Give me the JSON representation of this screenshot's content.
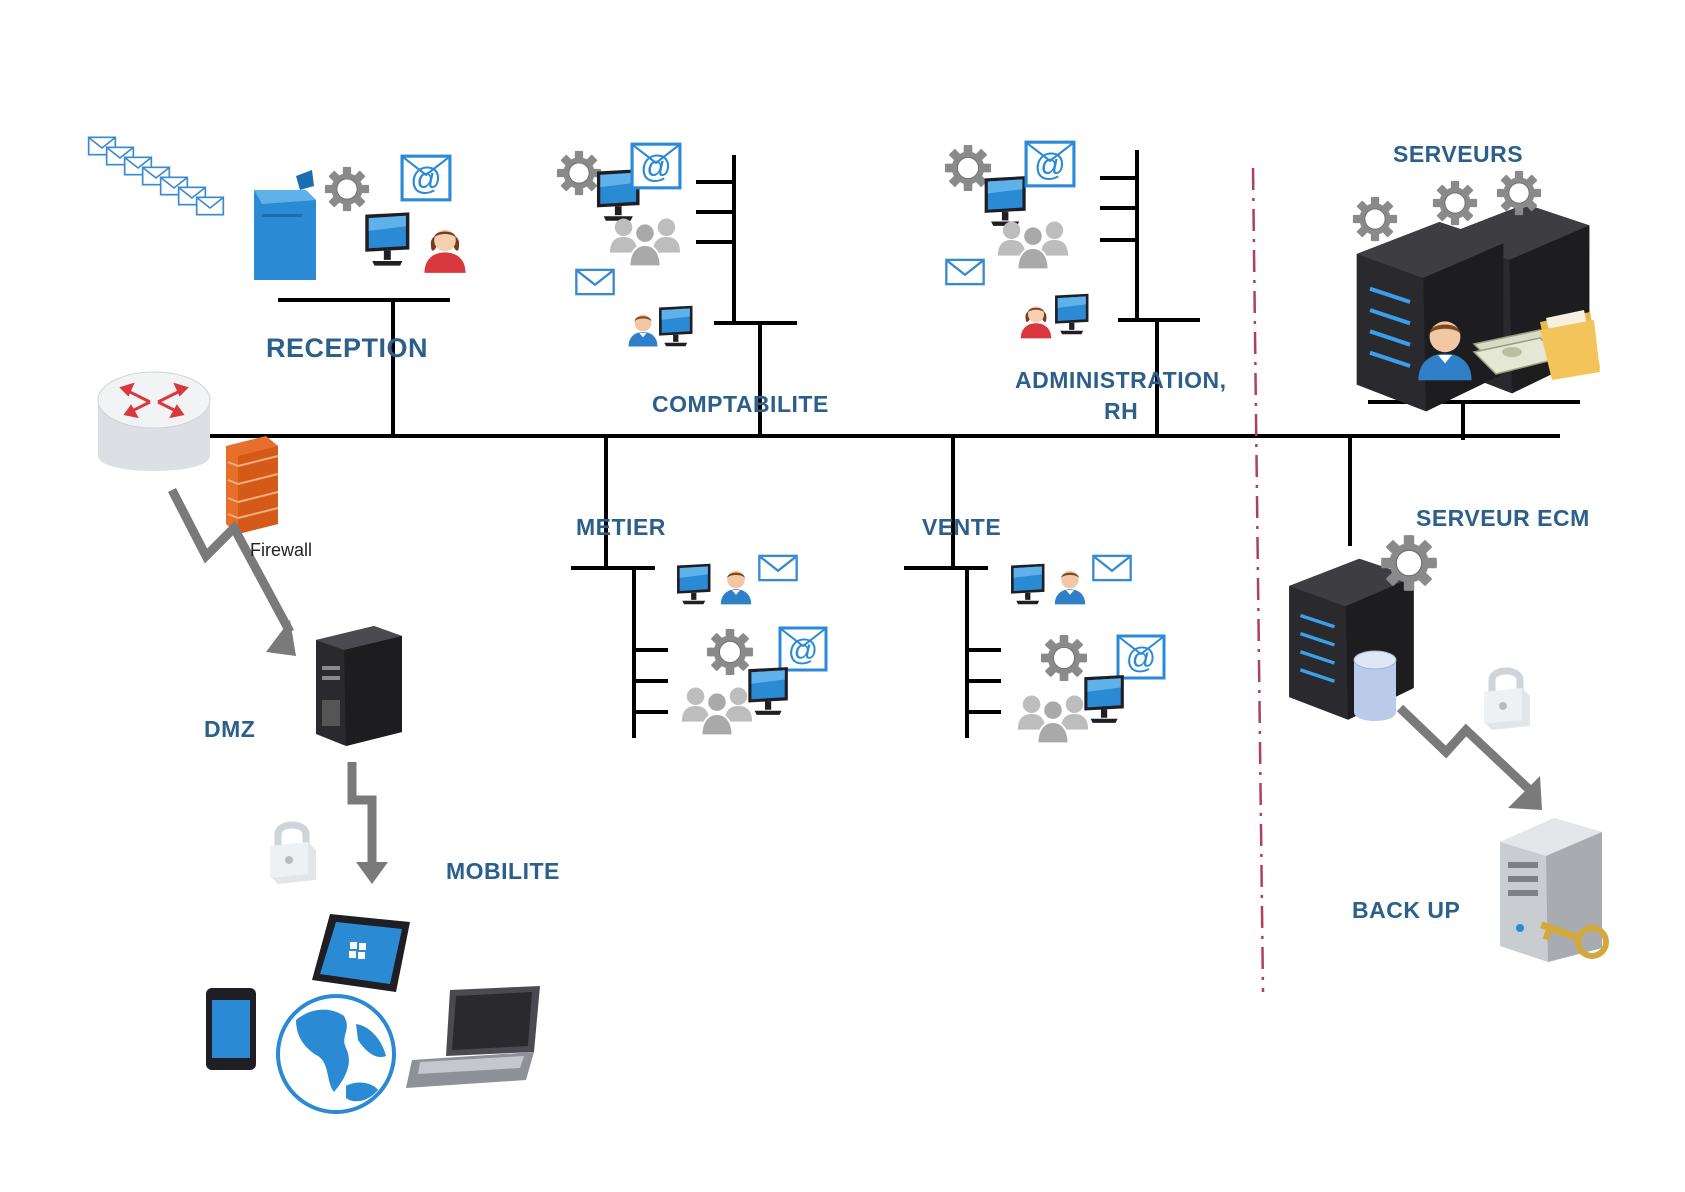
{
  "labels": {
    "reception": "RECEPTION",
    "comptabilite": "COMPTABILITE",
    "administration_line1": "ADMINISTRATION,",
    "administration_line2": "RH",
    "serveurs": "SERVEURS",
    "metier": "METIER",
    "vente": "VENTE",
    "serveur_ecm": "SERVEUR ECM",
    "firewall": "Firewall",
    "dmz": "DMZ",
    "mobilite": "MOBILITE",
    "backup": "BACK UP"
  },
  "colors": {
    "label": "#2c5f8a",
    "line": "#000000",
    "accent_blue": "#2b8ad4",
    "server_dark": "#2a2a2e",
    "divider": "#b0405a"
  },
  "icons": [
    "router-icon",
    "firewall-icon",
    "server-icon",
    "printer-icon",
    "gear-icon",
    "monitor-icon",
    "user-icon",
    "users-group-icon",
    "email-icon",
    "at-sign-icon",
    "lock-icon",
    "database-icon",
    "tablet-icon",
    "smartphone-icon",
    "globe-icon",
    "laptop-icon",
    "key-icon",
    "money-icon",
    "folder-icon"
  ]
}
